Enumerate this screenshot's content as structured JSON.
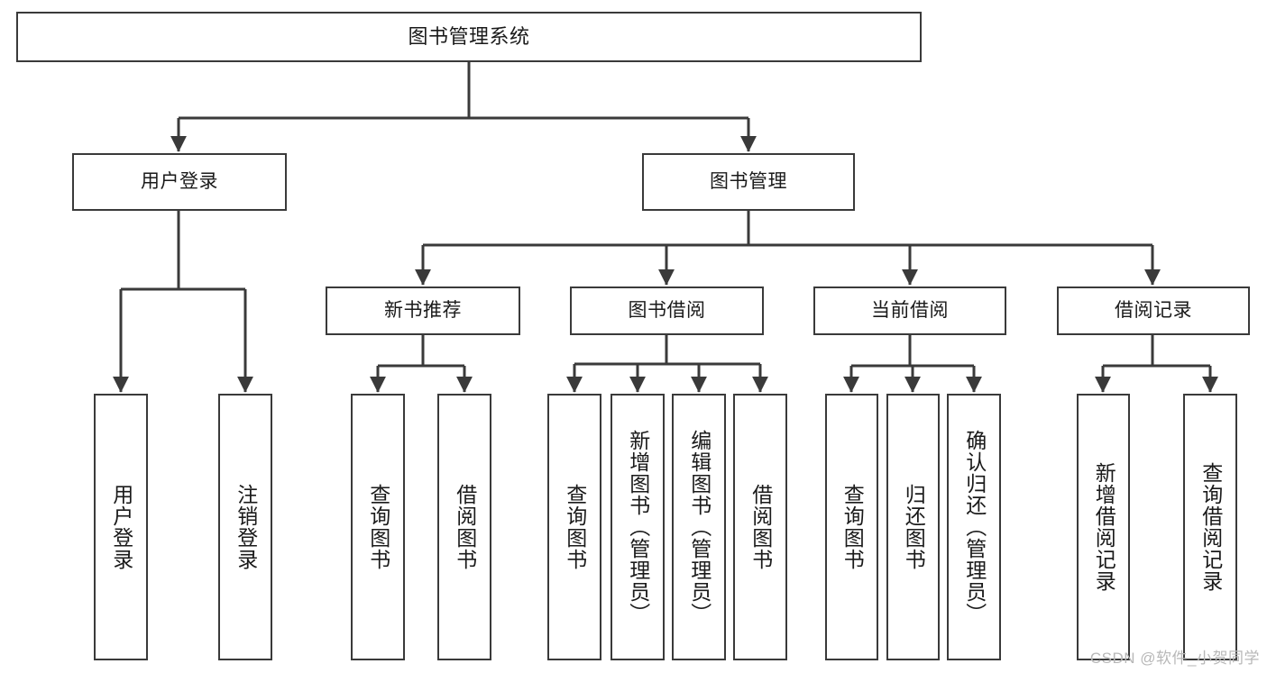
{
  "diagram": {
    "title": "图书管理系统",
    "watermark": "CSDN @软件_小贺同学",
    "line_color": "#3a3a3a",
    "box_fill": "#ffffff",
    "text_color": "#1a1a1a",
    "root": {
      "label": "图书管理系统"
    },
    "level2": [
      {
        "label": "用户登录"
      },
      {
        "label": "图书管理"
      }
    ],
    "level3": [
      {
        "label": "新书推荐"
      },
      {
        "label": "图书借阅"
      },
      {
        "label": "当前借阅"
      },
      {
        "label": "借阅记录"
      }
    ],
    "leaves": {
      "user_login": [
        {
          "label": "用户登录"
        },
        {
          "label": "注销登录"
        }
      ],
      "new_book_recommend": [
        {
          "label": "查询图书"
        },
        {
          "label": "借阅图书"
        }
      ],
      "book_borrow": [
        {
          "label": "查询图书"
        },
        {
          "label": "新增图书（管理员）"
        },
        {
          "label": "编辑图书（管理员）"
        },
        {
          "label": "借阅图书"
        }
      ],
      "current_borrow": [
        {
          "label": "查询图书"
        },
        {
          "label": "归还图书"
        },
        {
          "label": "确认归还（管理员）"
        }
      ],
      "borrow_record": [
        {
          "label": "新增借阅记录"
        },
        {
          "label": "查询借阅记录"
        }
      ]
    }
  }
}
